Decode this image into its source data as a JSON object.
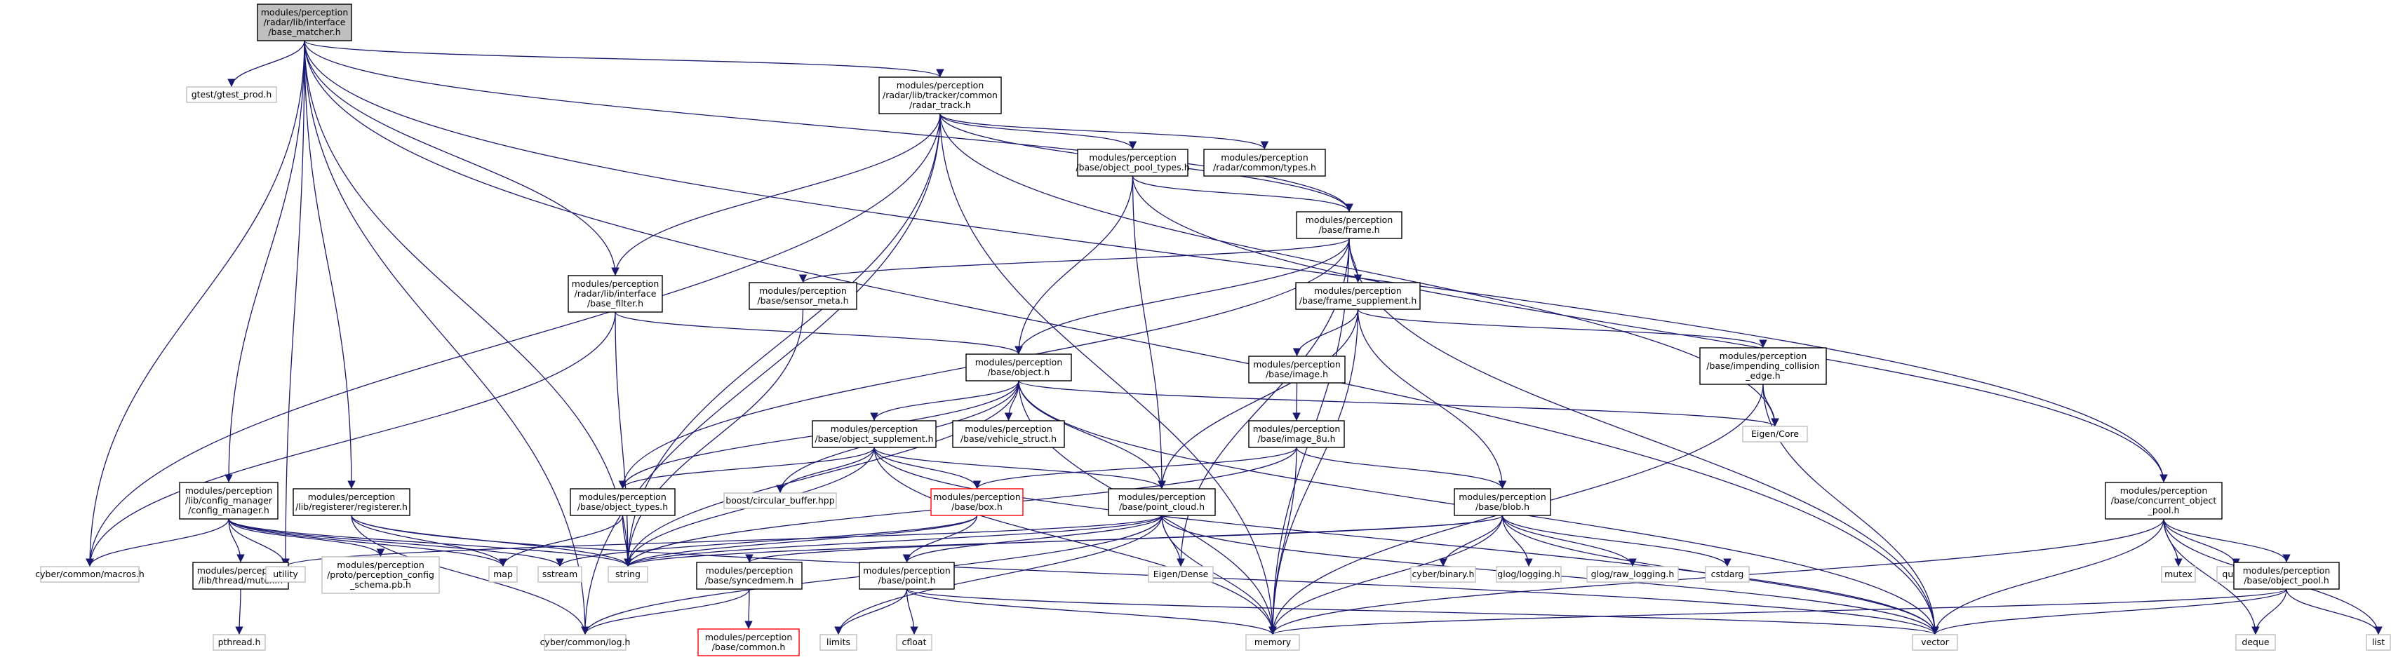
{
  "colors": {
    "edge": "#191970",
    "node_border": "#000000",
    "external_border": "#bfbfbf",
    "root_fill": "#bfbfbf",
    "highlight_border": "#ff0000",
    "node_fill": "#ffffff"
  },
  "nodes": [
    {
      "id": "base_matcher",
      "lines": [
        "modules/perception",
        "/radar/lib/interface",
        "/base_matcher.h"
      ],
      "kind": "root"
    },
    {
      "id": "gtest_prod",
      "lines": [
        "gtest/gtest_prod.h"
      ],
      "kind": "external"
    },
    {
      "id": "radar_track",
      "lines": [
        "modules/perception",
        "/radar/lib/tracker/common",
        "/radar_track.h"
      ],
      "kind": "node"
    },
    {
      "id": "object_pool_types",
      "lines": [
        "modules/perception",
        "/base/object_pool_types.h"
      ],
      "kind": "node"
    },
    {
      "id": "radar_common_types",
      "lines": [
        "modules/perception",
        "/radar/common/types.h"
      ],
      "kind": "node"
    },
    {
      "id": "frame",
      "lines": [
        "modules/perception",
        "/base/frame.h"
      ],
      "kind": "node"
    },
    {
      "id": "base_filter",
      "lines": [
        "modules/perception",
        "/radar/lib/interface",
        "/base_filter.h"
      ],
      "kind": "node"
    },
    {
      "id": "sensor_meta",
      "lines": [
        "modules/perception",
        "/base/sensor_meta.h"
      ],
      "kind": "node"
    },
    {
      "id": "frame_supplement",
      "lines": [
        "modules/perception",
        "/base/frame_supplement.h"
      ],
      "kind": "node"
    },
    {
      "id": "object",
      "lines": [
        "modules/perception",
        "/base/object.h"
      ],
      "kind": "node"
    },
    {
      "id": "image",
      "lines": [
        "modules/perception",
        "/base/image.h"
      ],
      "kind": "node"
    },
    {
      "id": "impending",
      "lines": [
        "modules/perception",
        "/base/impending_collision",
        "_edge.h"
      ],
      "kind": "node"
    },
    {
      "id": "eigen_core",
      "lines": [
        "Eigen/Core"
      ],
      "kind": "external"
    },
    {
      "id": "object_supplement",
      "lines": [
        "modules/perception",
        "/base/object_supplement.h"
      ],
      "kind": "node"
    },
    {
      "id": "vehicle_struct",
      "lines": [
        "modules/perception",
        "/base/vehicle_struct.h"
      ],
      "kind": "node"
    },
    {
      "id": "image_8u",
      "lines": [
        "modules/perception",
        "/base/image_8u.h"
      ],
      "kind": "node"
    },
    {
      "id": "config_manager",
      "lines": [
        "modules/perception",
        "/lib/config_manager",
        "/config_manager.h"
      ],
      "kind": "node"
    },
    {
      "id": "registerer",
      "lines": [
        "modules/perception",
        "/lib/registerer/registerer.h"
      ],
      "kind": "node"
    },
    {
      "id": "object_types",
      "lines": [
        "modules/perception",
        "/base/object_types.h"
      ],
      "kind": "node"
    },
    {
      "id": "circular_buffer",
      "lines": [
        "boost/circular_buffer.hpp"
      ],
      "kind": "external"
    },
    {
      "id": "box",
      "lines": [
        "modules/perception",
        "/base/box.h"
      ],
      "kind": "highlight"
    },
    {
      "id": "point_cloud",
      "lines": [
        "modules/perception",
        "/base/point_cloud.h"
      ],
      "kind": "node"
    },
    {
      "id": "blob",
      "lines": [
        "modules/perception",
        "/base/blob.h"
      ],
      "kind": "node"
    },
    {
      "id": "concurrent_pool",
      "lines": [
        "modules/perception",
        "/base/concurrent_object",
        "_pool.h"
      ],
      "kind": "node"
    },
    {
      "id": "macros",
      "lines": [
        "cyber/common/macros.h"
      ],
      "kind": "external"
    },
    {
      "id": "mutex_h",
      "lines": [
        "modules/perception",
        "/lib/thread/mutex.h"
      ],
      "kind": "node"
    },
    {
      "id": "utility",
      "lines": [
        "utility"
      ],
      "kind": "external"
    },
    {
      "id": "proto_config",
      "lines": [
        "modules/perception",
        "/proto/perception_config",
        "_schema.pb.h"
      ],
      "kind": "external"
    },
    {
      "id": "map",
      "lines": [
        "map"
      ],
      "kind": "external"
    },
    {
      "id": "sstream",
      "lines": [
        "sstream"
      ],
      "kind": "external"
    },
    {
      "id": "string",
      "lines": [
        "string"
      ],
      "kind": "external"
    },
    {
      "id": "syncedmem",
      "lines": [
        "modules/perception",
        "/base/syncedmem.h"
      ],
      "kind": "node"
    },
    {
      "id": "point",
      "lines": [
        "modules/perception",
        "/base/point.h"
      ],
      "kind": "node"
    },
    {
      "id": "eigen_dense",
      "lines": [
        "Eigen/Dense"
      ],
      "kind": "external"
    },
    {
      "id": "cyber_binary",
      "lines": [
        "cyber/binary.h"
      ],
      "kind": "external"
    },
    {
      "id": "glog_logging",
      "lines": [
        "glog/logging.h"
      ],
      "kind": "external"
    },
    {
      "id": "glog_raw",
      "lines": [
        "glog/raw_logging.h"
      ],
      "kind": "external"
    },
    {
      "id": "cstdarg",
      "lines": [
        "cstdarg"
      ],
      "kind": "external"
    },
    {
      "id": "mutex",
      "lines": [
        "mutex"
      ],
      "kind": "external"
    },
    {
      "id": "queue",
      "lines": [
        "queue"
      ],
      "kind": "external"
    },
    {
      "id": "object_pool",
      "lines": [
        "modules/perception",
        "/base/object_pool.h"
      ],
      "kind": "node"
    },
    {
      "id": "pthread",
      "lines": [
        "pthread.h"
      ],
      "kind": "external"
    },
    {
      "id": "cyber_log",
      "lines": [
        "cyber/common/log.h"
      ],
      "kind": "external"
    },
    {
      "id": "common_h",
      "lines": [
        "modules/perception",
        "/base/common.h"
      ],
      "kind": "highlight"
    },
    {
      "id": "limits",
      "lines": [
        "limits"
      ],
      "kind": "external"
    },
    {
      "id": "cfloat",
      "lines": [
        "cfloat"
      ],
      "kind": "external"
    },
    {
      "id": "memory",
      "lines": [
        "memory"
      ],
      "kind": "external"
    },
    {
      "id": "vector",
      "lines": [
        "vector"
      ],
      "kind": "external"
    },
    {
      "id": "deque",
      "lines": [
        "deque"
      ],
      "kind": "external"
    },
    {
      "id": "list",
      "lines": [
        "list"
      ],
      "kind": "external"
    }
  ],
  "edges": [
    [
      "base_matcher",
      "gtest_prod"
    ],
    [
      "base_matcher",
      "radar_track"
    ],
    [
      "base_matcher",
      "frame"
    ],
    [
      "base_matcher",
      "concurrent_pool"
    ],
    [
      "base_matcher",
      "vector"
    ],
    [
      "base_matcher",
      "macros"
    ],
    [
      "base_matcher",
      "cyber_log"
    ],
    [
      "base_matcher",
      "config_manager"
    ],
    [
      "base_matcher",
      "utility"
    ],
    [
      "base_matcher",
      "registerer"
    ],
    [
      "base_matcher",
      "string"
    ],
    [
      "base_matcher",
      "base_filter"
    ],
    [
      "radar_track",
      "object_pool_types"
    ],
    [
      "radar_track",
      "radar_common_types"
    ],
    [
      "radar_track",
      "frame"
    ],
    [
      "radar_track",
      "base_filter"
    ],
    [
      "radar_track",
      "memory"
    ],
    [
      "radar_track",
      "string"
    ],
    [
      "radar_track",
      "eigen_core"
    ],
    [
      "radar_track",
      "macros"
    ],
    [
      "radar_track",
      "cyber_log"
    ],
    [
      "object_pool_types",
      "frame"
    ],
    [
      "object_pool_types",
      "object"
    ],
    [
      "object_pool_types",
      "point_cloud"
    ],
    [
      "object_pool_types",
      "concurrent_pool"
    ],
    [
      "frame",
      "sensor_meta"
    ],
    [
      "frame",
      "frame_supplement"
    ],
    [
      "frame",
      "object"
    ],
    [
      "frame",
      "object_types"
    ],
    [
      "frame",
      "memory"
    ],
    [
      "frame",
      "vector"
    ],
    [
      "frame",
      "eigen_dense"
    ],
    [
      "base_filter",
      "object"
    ],
    [
      "base_filter",
      "string"
    ],
    [
      "base_filter",
      "macros"
    ],
    [
      "sensor_meta",
      "string"
    ],
    [
      "frame_supplement",
      "image"
    ],
    [
      "frame_supplement",
      "impending"
    ],
    [
      "frame_supplement",
      "blob"
    ],
    [
      "frame_supplement",
      "point_cloud"
    ],
    [
      "frame_supplement",
      "memory"
    ],
    [
      "object",
      "object_supplement"
    ],
    [
      "object",
      "vehicle_struct"
    ],
    [
      "object",
      "eigen_core"
    ],
    [
      "object",
      "object_types"
    ],
    [
      "object",
      "circular_buffer"
    ],
    [
      "object",
      "point_cloud"
    ],
    [
      "object",
      "memory"
    ],
    [
      "object",
      "vector"
    ],
    [
      "object",
      "string"
    ],
    [
      "image",
      "image_8u"
    ],
    [
      "impending",
      "eigen_core"
    ],
    [
      "impending",
      "memory"
    ],
    [
      "impending",
      "vector"
    ],
    [
      "object_supplement",
      "object_types"
    ],
    [
      "object_supplement",
      "circular_buffer"
    ],
    [
      "object_supplement",
      "box"
    ],
    [
      "object_supplement",
      "point_cloud"
    ],
    [
      "object_supplement",
      "memory"
    ],
    [
      "object_supplement",
      "vector"
    ],
    [
      "object_supplement",
      "string"
    ],
    [
      "image_8u",
      "blob"
    ],
    [
      "image_8u",
      "box"
    ],
    [
      "image_8u",
      "memory"
    ],
    [
      "image_8u",
      "string"
    ],
    [
      "config_manager",
      "macros"
    ],
    [
      "config_manager",
      "mutex_h"
    ],
    [
      "config_manager",
      "utility"
    ],
    [
      "config_manager",
      "proto_config"
    ],
    [
      "config_manager",
      "map"
    ],
    [
      "config_manager",
      "sstream"
    ],
    [
      "config_manager",
      "string"
    ],
    [
      "registerer",
      "map"
    ],
    [
      "registerer",
      "string"
    ],
    [
      "registerer",
      "cyber_log"
    ],
    [
      "registerer",
      "vector"
    ],
    [
      "object_types",
      "map"
    ],
    [
      "object_types",
      "string"
    ],
    [
      "box",
      "point"
    ],
    [
      "box",
      "string"
    ],
    [
      "box",
      "sstream"
    ],
    [
      "point_cloud",
      "point"
    ],
    [
      "point_cloud",
      "eigen_dense"
    ],
    [
      "point_cloud",
      "memory"
    ],
    [
      "point_cloud",
      "vector"
    ],
    [
      "point_cloud",
      "limits"
    ],
    [
      "point_cloud",
      "utility"
    ],
    [
      "point_cloud",
      "string"
    ],
    [
      "point_cloud",
      "cyber_log"
    ],
    [
      "blob",
      "syncedmem"
    ],
    [
      "blob",
      "cyber_binary"
    ],
    [
      "blob",
      "glog_logging"
    ],
    [
      "blob",
      "glog_raw"
    ],
    [
      "blob",
      "cstdarg"
    ],
    [
      "blob",
      "memory"
    ],
    [
      "blob",
      "vector"
    ],
    [
      "blob",
      "string"
    ],
    [
      "concurrent_pool",
      "mutex"
    ],
    [
      "concurrent_pool",
      "queue"
    ],
    [
      "concurrent_pool",
      "object_pool"
    ],
    [
      "concurrent_pool",
      "memory"
    ],
    [
      "concurrent_pool",
      "vector"
    ],
    [
      "concurrent_pool",
      "deque"
    ],
    [
      "concurrent_pool",
      "list"
    ],
    [
      "mutex_h",
      "pthread"
    ],
    [
      "syncedmem",
      "common_h"
    ],
    [
      "syncedmem",
      "cyber_log"
    ],
    [
      "point",
      "limits"
    ],
    [
      "point",
      "cfloat"
    ],
    [
      "point",
      "memory"
    ],
    [
      "point",
      "vector"
    ],
    [
      "object_pool",
      "deque"
    ],
    [
      "object_pool",
      "list"
    ],
    [
      "object_pool",
      "memory"
    ],
    [
      "object_pool",
      "vector"
    ]
  ]
}
